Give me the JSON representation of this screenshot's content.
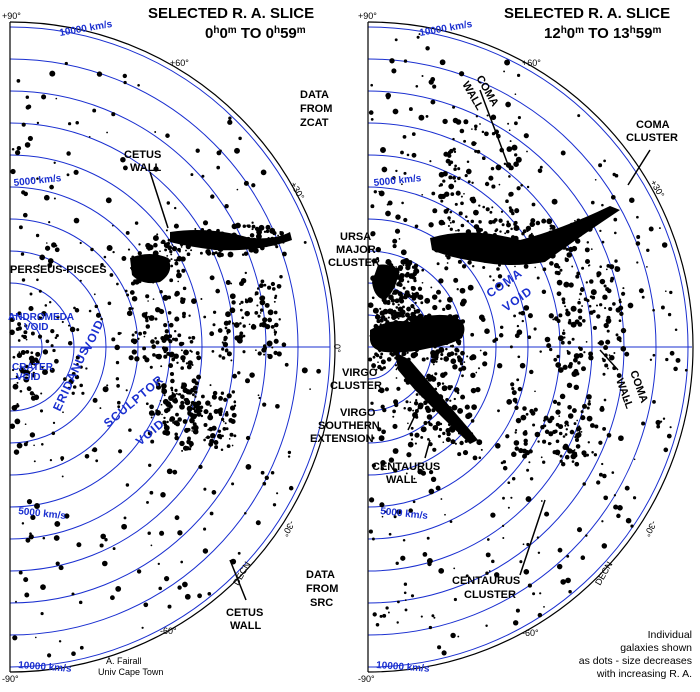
{
  "left_panel": {
    "title_line1": "SELECTED R. A. SLICE",
    "title_line2_a": "0",
    "title_line2_b": "h",
    "title_line2_c": "0",
    "title_line2_d": "m",
    "title_line2_e": " TO 0",
    "title_line2_f": "h",
    "title_line2_g": "59",
    "title_line2_h": "m",
    "ring_label_outer": "10000 km/s",
    "ring_label_mid": "5000 km/s",
    "ring_label_mid_low": "5000 km/s",
    "ring_label_bottom": "10000 km/s",
    "dec_p90": "+90°",
    "dec_p60": "+60°",
    "dec_p30": "+30°",
    "dec_0": "0°",
    "dec_m30": "-30°",
    "dec_m60": "-60°",
    "dec_m90": "-90°",
    "decn": "DECN",
    "cetus_wall_top_1": "CETUS",
    "cetus_wall_top_2": "WALL",
    "perseus_pisces": "PERSEUS-PISCES",
    "andromeda_void_1": "ANDROMEDA",
    "andromeda_void_2": "VOID",
    "crater_void_1": "CRATER",
    "crater_void_2": "VOID",
    "eridanus_void_1": "ERIDANUS",
    "eridanus_void_2": "VOID",
    "sculptor_void_1": "SCULPTOR",
    "sculptor_void_2": "VOID",
    "cetus_wall_bottom_1": "CETUS",
    "cetus_wall_bottom_2": "WALL",
    "credit_1": "A. Fairall",
    "credit_2": "Univ Cape Town"
  },
  "right_panel": {
    "title_line1": "SELECTED R. A. SLICE",
    "title_line2_a": "12",
    "title_line2_b": "h",
    "title_line2_c": "0",
    "title_line2_d": "m",
    "title_line2_e": " TO 13",
    "title_line2_f": "h",
    "title_line2_g": "59",
    "title_line2_h": "m",
    "ring_label_outer": "10000 km/s",
    "ring_label_mid": "5000 km/s",
    "ring_label_mid_low": "5000 km/s",
    "ring_label_bottom": "10000 km/s",
    "dec_p90": "+90°",
    "dec_p60": "+60°",
    "dec_p30": "+30°",
    "dec_m30": "-30°",
    "dec_m60": "-60°",
    "dec_m90": "-90°",
    "decn": "DECN",
    "coma_wall_top_1": "COMA",
    "coma_wall_top_2": "WALL",
    "coma_cluster_1": "COMA",
    "coma_cluster_2": "CLUSTER",
    "coma_void_1": "COMA",
    "coma_void_2": "VOID",
    "ursa_major_1": "URSA",
    "ursa_major_2": "MAJOR",
    "ursa_major_3": "CLUSTER",
    "virgo_cluster_1": "VIRGO",
    "virgo_cluster_2": "CLUSTER",
    "virgo_ext_1": "VIRGO",
    "virgo_ext_2": "SOUTHERN",
    "virgo_ext_3": "EXTENSION",
    "centaurus_wall_1": "CENTAURUS",
    "centaurus_wall_2": "WALL",
    "coma_wall_right_1": "COMA",
    "coma_wall_right_2": "WALL",
    "centaurus_cluster_1": "CENTAURUS",
    "centaurus_cluster_2": "CLUSTER"
  },
  "middle": {
    "data_top_1": "DATA",
    "data_top_2": "FROM",
    "data_top_3": "ZCAT",
    "data_bottom_1": "DATA",
    "data_bottom_2": "FROM",
    "data_bottom_3": "SRC"
  },
  "footnote": {
    "line1": "Individual",
    "line2": "galaxies shown",
    "line3": "as dots - size decreases",
    "line4": "with increasing R. A."
  },
  "colors": {
    "ring": "#1a2fd0",
    "dots": "#000000",
    "text": "#000000",
    "blue_text": "#1a2fd0"
  }
}
